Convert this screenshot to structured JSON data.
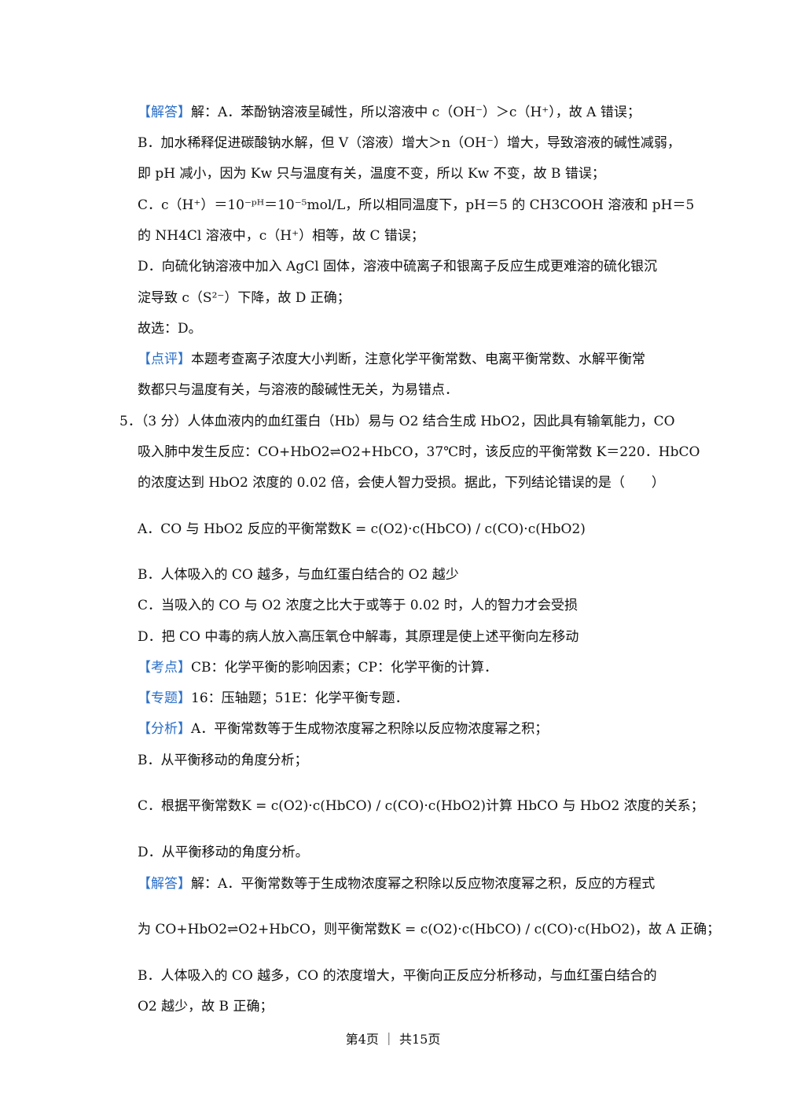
{
  "lines": {
    "l1": "【解答】解：A．苯酚钠溶液呈碱性，所以溶液中 c（OH⁻）＞c（H⁺），故 A 错误；",
    "l2": "B．加水稀释促进碳酸钠水解，但 V（溶液）增大＞n（OH⁻）增大，导致溶液的碱性减弱，",
    "l3": "即 pH 减小，因为 Kw 只与温度有关，温度不变，所以 Kw 不变，故 B 错误；",
    "l4": "C．c（H⁺）＝10⁻ᵖᴴ＝10⁻⁵mol/L，所以相同温度下，pH＝5 的 CH3COOH 溶液和 pH＝5",
    "l5": "的 NH4Cl 溶液中，c（H⁺）相等，故 C 错误；",
    "l6": "D．向硫化钠溶液中加入 AgCl 固体，溶液中硫离子和银离子反应生成更难溶的硫化银沉",
    "l7": "淀导致 c（S²⁻）下降，故 D 正确；",
    "l8": "故选：D。",
    "l9": "【点评】本题考查离子浓度大小判断，注意化学平衡常数、电离平衡常数、水解平衡常",
    "l10": "数都只与温度有关，与溶液的酸碱性无关，为易错点．",
    "q1": "5．（3 分）人体血液内的血红蛋白（Hb）易与 O2 结合生成 HbO2，因此具有输氧能力，CO",
    "q2": "吸入肺中发生反应：CO+HbO2⇌O2+HbCO，37℃时，该反应的平衡常数 K＝220．HbCO",
    "q3": "的浓度达到 HbO2 浓度的 0.02 倍，会使人智力受损。据此，下列结论错误的是（　　）",
    "oA": "A．CO 与 HbO2 反应的平衡常数K = c(O2)·c(HbCO) / c(CO)·c(HbO2)",
    "oB": "B．人体吸入的 CO 越多，与血红蛋白结合的 O2 越少",
    "oC": "C．当吸入的 CO 与 O2 浓度之比大于或等于 0.02 时，人的智力才会受损",
    "oD": "D．把 CO 中毒的病人放入高压氧仓中解毒，其原理是使上述平衡向左移动",
    "kd": "【考点】CB：化学平衡的影响因素；CP：化学平衡的计算．",
    "zt": "【专题】16：压轴题；51E：化学平衡专题．",
    "fx": "【分析】A．平衡常数等于生成物浓度幂之积除以反应物浓度幂之积；",
    "fxB": "B．从平衡移动的角度分析；",
    "fxC": "C．根据平衡常数K = c(O2)·c(HbCO) / c(CO)·c(HbO2)计算 HbCO 与 HbO2 浓度的关系；",
    "fxD": "D．从平衡移动的角度分析。",
    "jd1": "【解答】解：A．平衡常数等于生成物浓度幂之积除以反应物浓度幂之积，反应的方程式",
    "jd2": "为 CO+HbO2⇌O2+HbCO，则平衡常数K = c(O2)·c(HbCO) / c(CO)·c(HbO2)，故 A 正确；",
    "jd3": "B．人体吸入的 CO 越多，CO 的浓度增大，平衡向正反应分析移动，与血红蛋白结合的",
    "jd4": "O2 越少，故 B 正确；"
  },
  "footer": "第4页 ｜ 共15页"
}
